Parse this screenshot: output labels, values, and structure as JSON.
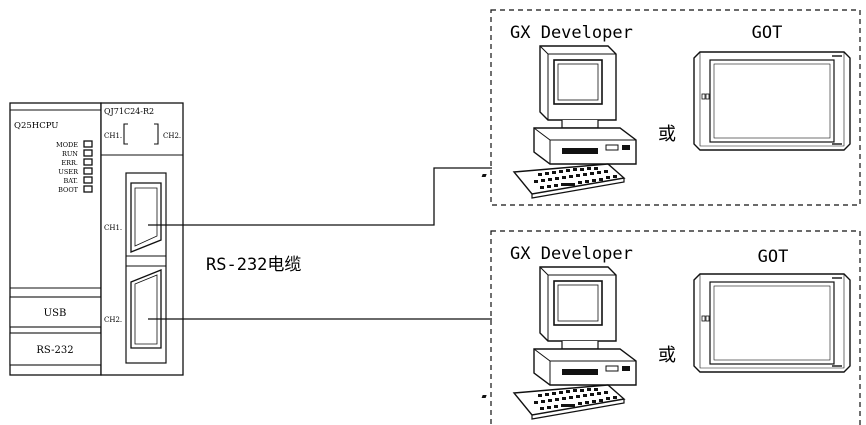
{
  "cpu": {
    "model": "Q25HCPU",
    "leds": [
      "MODE",
      "RUN",
      "ERR.",
      "USER",
      "BAT.",
      "BOOT"
    ],
    "usb_label": "USB",
    "rs232_label": "RS-232"
  },
  "serial_module": {
    "model": "QJ71C24-R2",
    "ch1_label": "CH1.",
    "ch2_label": "CH2."
  },
  "cable_label": "RS-232电缆",
  "groups": [
    {
      "software_label": "GX Developer",
      "got_label": "GOT",
      "or_label": "或"
    },
    {
      "software_label": "GX Developer",
      "got_label": "GOT",
      "or_label": "或"
    }
  ]
}
